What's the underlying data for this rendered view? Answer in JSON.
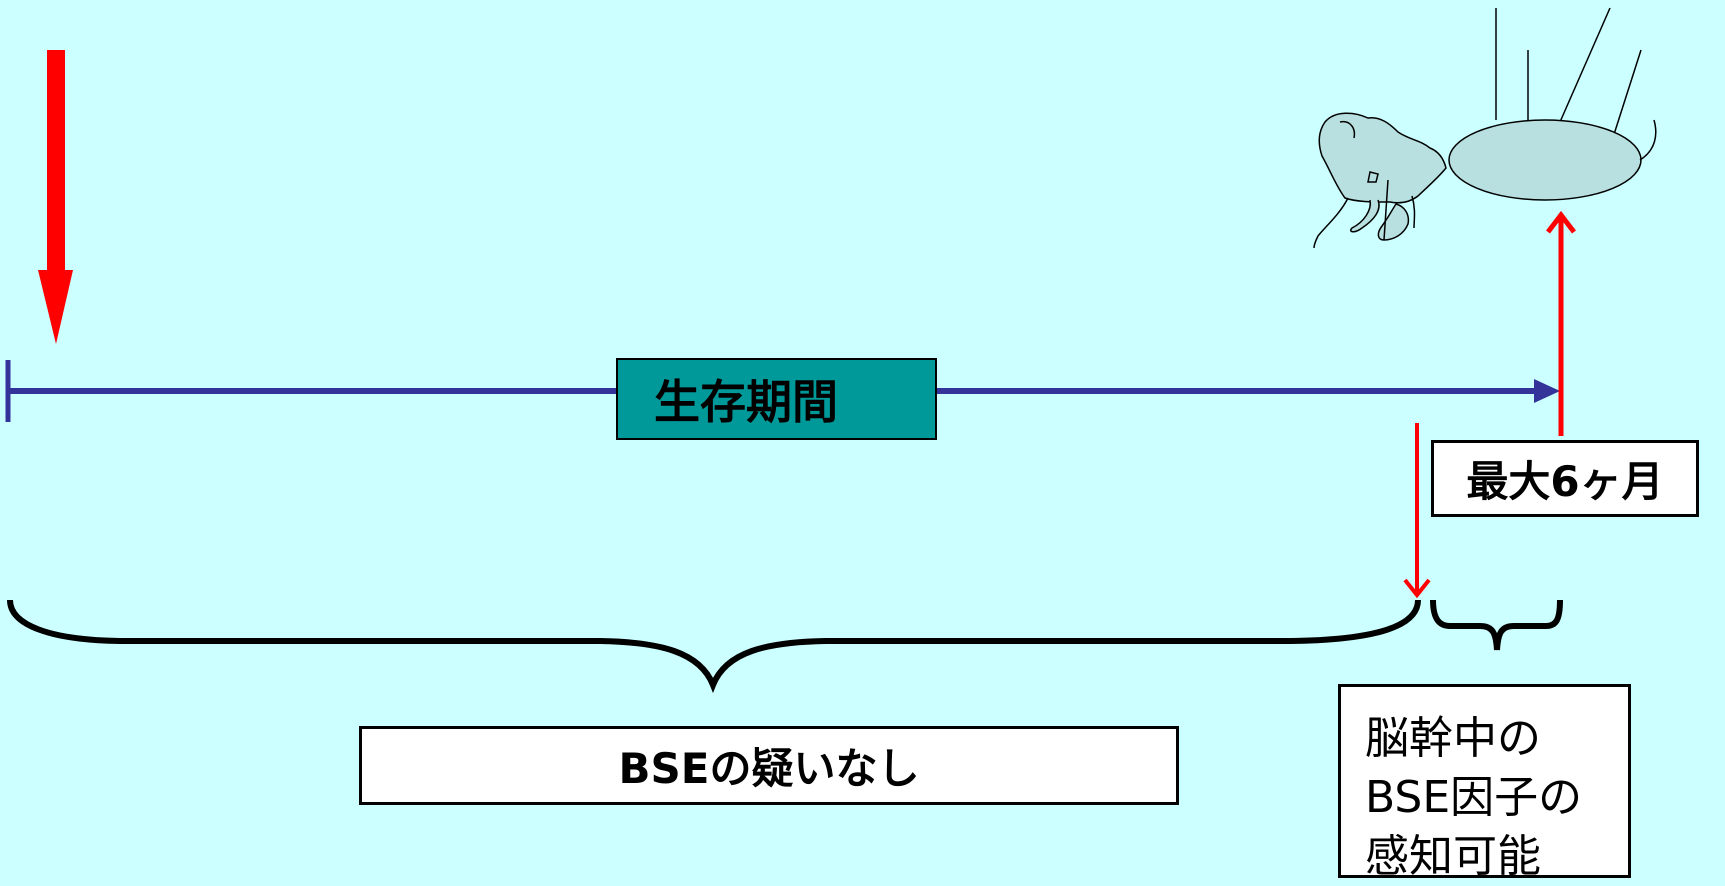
{
  "labels": {
    "survival_period": "生存期間",
    "max_six_months": "最大6ヶ月",
    "no_bse_suspicion": "BSEの疑いなし",
    "detectable_lines": [
      "脳幹中の",
      "BSE因子の",
      "感知可能"
    ]
  },
  "colors": {
    "background": "#ccffff",
    "timeline": "#333399",
    "arrow_red": "#ff0000",
    "label_fill": "#009999",
    "animal_fill": "#b8e0e0"
  },
  "icons": {
    "birth_marker": "red-down-arrow-icon",
    "slaughter": "slaughtered-cow-icon"
  }
}
